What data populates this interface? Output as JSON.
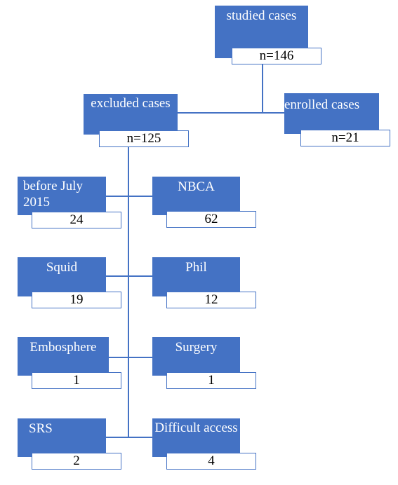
{
  "nodes": {
    "studied": {
      "label": "studied cases",
      "count": "n=146"
    },
    "excluded": {
      "label": "excluded cases",
      "count": "n=125"
    },
    "enrolled": {
      "label": "enrolled cases",
      "count": "n=21"
    },
    "before_july": {
      "label": "before July 2015",
      "count": "24"
    },
    "nbca": {
      "label": "NBCA",
      "count": "62"
    },
    "squid": {
      "label": "Squid",
      "count": "19"
    },
    "phil": {
      "label": "Phil",
      "count": "12"
    },
    "embosphere": {
      "label": "Embosphere",
      "count": "1"
    },
    "surgery": {
      "label": "Surgery",
      "count": "1"
    },
    "srs": {
      "label": "SRS",
      "count": "2"
    },
    "difficult_access": {
      "label": "Difficult access",
      "count": "4"
    }
  },
  "colors": {
    "box_fill": "#4472c4",
    "box_text": "#ffffff",
    "line": "#4472c4"
  }
}
